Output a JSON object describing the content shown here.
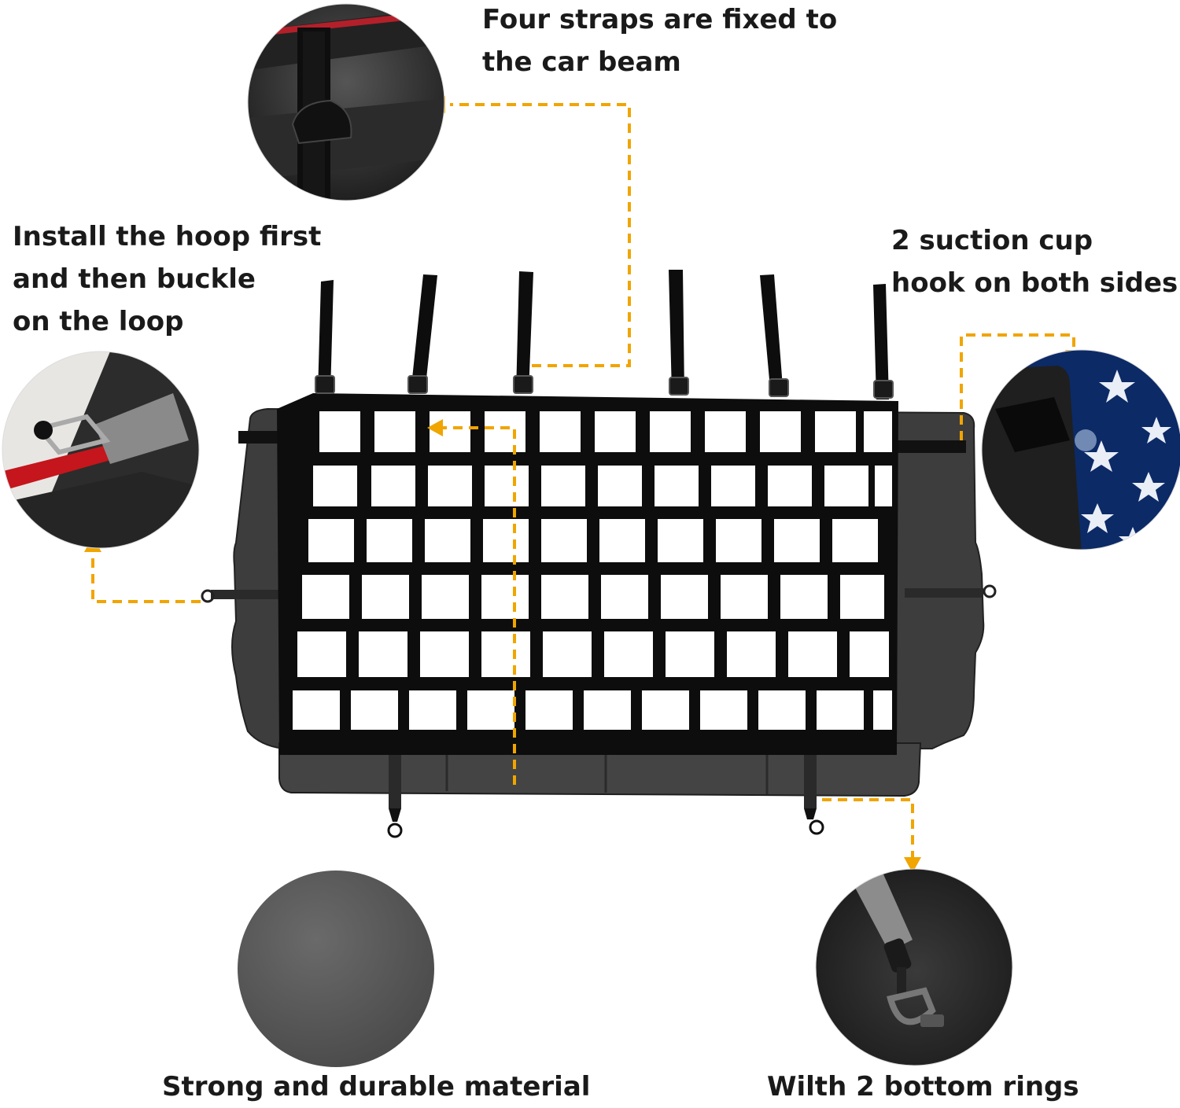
{
  "captions": {
    "straps": "Four straps are fixed to\nthe car beam",
    "hoop": "Install the hoop first\nand then buckle\non the loop",
    "suction": "2 suction cup\nhook on both sides",
    "material": "Strong and durable material",
    "rings": "Wilth 2 bottom rings"
  },
  "colors": {
    "leader": "#f0a500",
    "net": "#0d0d0d",
    "panel": "#3b3b3b",
    "background": "#ffffff"
  }
}
